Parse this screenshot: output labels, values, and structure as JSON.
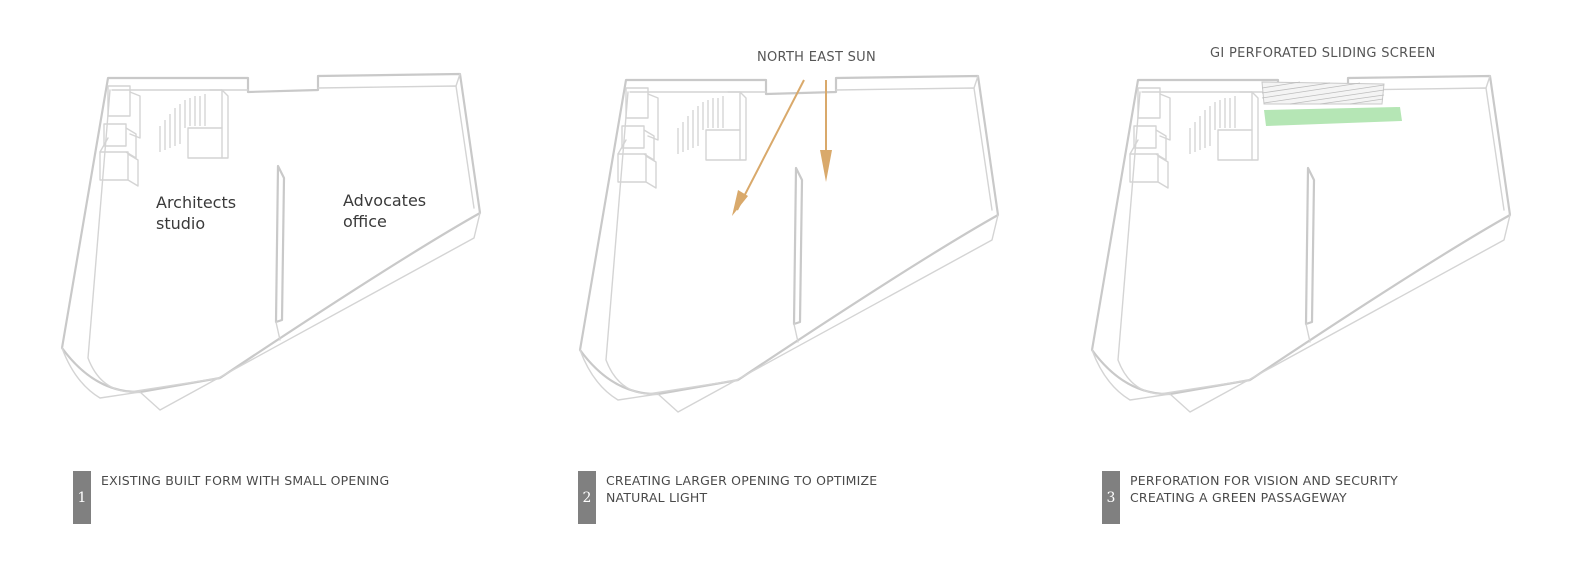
{
  "panels": [
    {
      "index": 1,
      "top_label": "",
      "room_labels": [
        {
          "lines": [
            "Architects",
            "studio"
          ]
        },
        {
          "lines": [
            "Advocates",
            "office"
          ]
        }
      ],
      "step_number": "1",
      "step_lines": [
        "EXISTING BUILT FORM WITH SMALL OPENING"
      ]
    },
    {
      "index": 2,
      "top_label": "NORTH EAST SUN",
      "room_labels": [],
      "step_number": "2",
      "step_lines": [
        "CREATING LARGER OPENING TO OPTIMIZE",
        "NATURAL LIGHT"
      ]
    },
    {
      "index": 3,
      "top_label": "GI PERFORATED SLIDING SCREEN",
      "room_labels": [],
      "step_number": "3",
      "step_lines": [
        "PERFORATION FOR VISION AND SECURITY",
        "CREATING A GREEN PASSAGEWAY"
      ]
    }
  ],
  "colors": {
    "wall": "#c9c9c9",
    "sun_arrow": "#d9a96b",
    "green_strip": "#b5e6b5",
    "badge": "#808080"
  }
}
